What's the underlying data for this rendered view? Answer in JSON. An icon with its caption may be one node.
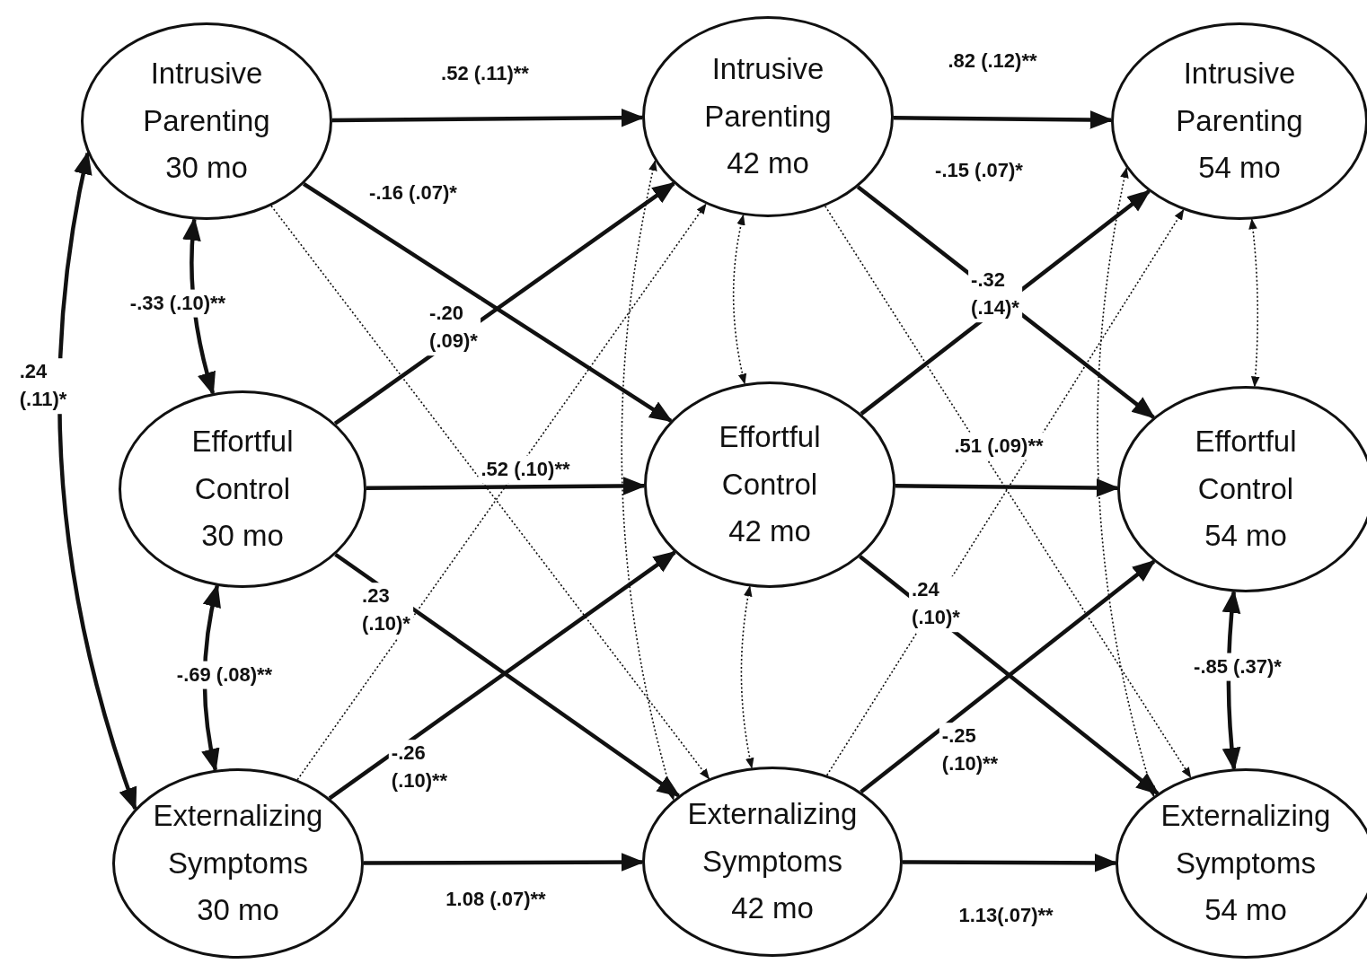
{
  "diagram": {
    "nodes": [
      {
        "text": [
          "Intrusive Parenting",
          "30 mo"
        ]
      },
      {
        "text": [
          "Intrusive Parenting",
          "42 mo"
        ]
      },
      {
        "text": [
          "Intrusive Parenting",
          "54 mo"
        ]
      },
      {
        "text": [
          "Effortful Control",
          "30 mo"
        ]
      },
      {
        "text": [
          "Effortful Control",
          "42 mo"
        ]
      },
      {
        "text": [
          "Effortful Control",
          "54 mo"
        ]
      },
      {
        "text": [
          "Externalizing Symptoms",
          "30 mo"
        ]
      },
      {
        "text": [
          "Externalizing Symptoms",
          "42 mo"
        ]
      },
      {
        "text": [
          "Externalizing Symptoms",
          "54 mo"
        ]
      }
    ],
    "edges": [
      {
        "from": 0,
        "to": 1,
        "arrow": "to",
        "label": ".52 (.11)**"
      },
      {
        "from": 1,
        "to": 2,
        "arrow": "to",
        "label": ".82 (.12)**"
      },
      {
        "from": 0,
        "to": 4,
        "arrow": "to",
        "label": "-.16 (.07)*"
      },
      {
        "from": 1,
        "to": 5,
        "arrow": "to",
        "label": "-.15 (.07)*"
      },
      {
        "from": 3,
        "to": 1,
        "arrow": "to",
        "label": "-.20 (.09)*"
      },
      {
        "from": 4,
        "to": 2,
        "arrow": "to",
        "label": "-.32 (.14)*"
      },
      {
        "from": 3,
        "to": 4,
        "arrow": "to",
        "label": ".52 (.10)**"
      },
      {
        "from": 4,
        "to": 5,
        "arrow": "to",
        "label": ".51 (.09)**"
      },
      {
        "from": 3,
        "to": 7,
        "arrow": "to",
        "label": ".23 (.10)*"
      },
      {
        "from": 4,
        "to": 8,
        "arrow": "to",
        "label": ".24 (.10)*"
      },
      {
        "from": 6,
        "to": 4,
        "arrow": "to",
        "label": "-.26 (.10)**"
      },
      {
        "from": 7,
        "to": 5,
        "arrow": "to",
        "label": "-.25 (.10)**"
      },
      {
        "from": 6,
        "to": 7,
        "arrow": "to",
        "label": "1.08 (.07)**"
      },
      {
        "from": 7,
        "to": 8,
        "arrow": "to",
        "label": "1.13(.07)**"
      },
      {
        "from": 0,
        "to": 3,
        "arrow": "both",
        "label": "-.33 (.10)**"
      },
      {
        "from": 3,
        "to": 6,
        "arrow": "both",
        "label": "-.69 (.08)**"
      },
      {
        "from": 0,
        "to": 6,
        "arrow": "both",
        "label": ".24 (.11)*"
      },
      {
        "from": 5,
        "to": 8,
        "arrow": "both",
        "label": "-.85 (.37)*"
      },
      {
        "from": 0,
        "to": 7,
        "arrow": "to",
        "style": "dashed"
      },
      {
        "from": 6,
        "to": 1,
        "arrow": "to",
        "style": "dashed"
      },
      {
        "from": 1,
        "to": 8,
        "arrow": "to",
        "style": "dashed"
      },
      {
        "from": 7,
        "to": 2,
        "arrow": "to",
        "style": "dashed"
      },
      {
        "from": 1,
        "to": 4,
        "arrow": "both",
        "style": "dashed"
      },
      {
        "from": 4,
        "to": 7,
        "arrow": "both",
        "style": "dashed"
      },
      {
        "from": 2,
        "to": 5,
        "arrow": "both",
        "style": "dashed"
      },
      {
        "from": 1,
        "to": 7,
        "arrow": "both",
        "style": "dashed"
      },
      {
        "from": 2,
        "to": 8,
        "arrow": "both",
        "style": "dashed"
      }
    ]
  }
}
